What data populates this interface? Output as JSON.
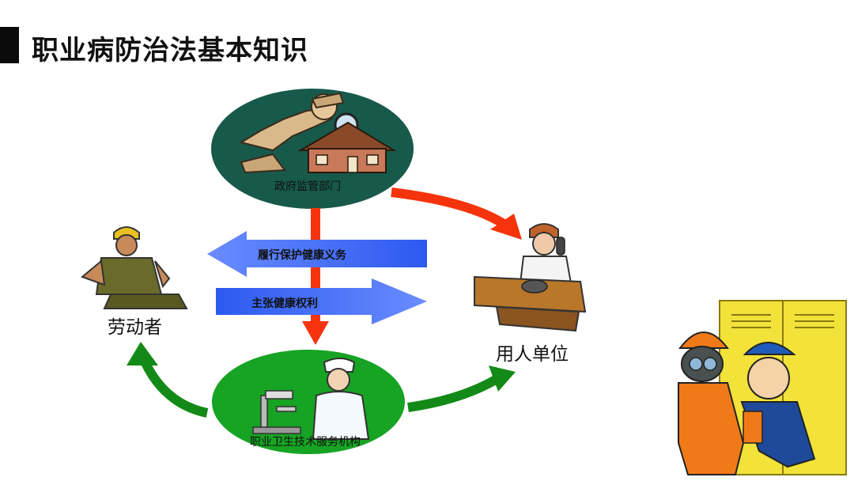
{
  "title": "职业病防治法基本知识",
  "nodes": {
    "gov": "政府监管部门",
    "service": "职业卫生技术服务机构",
    "worker": "劳动者",
    "employer": "用人单位"
  },
  "arrows": {
    "obligation": "履行保护健康义务",
    "right": "主张健康权利"
  },
  "colors": {
    "gov_ellipse": "#17594a",
    "service_ellipse": "#17a323",
    "red_arrow": "#f5330c",
    "green_arrow": "#138a17",
    "blue_arrow": "#2f5ff2"
  }
}
